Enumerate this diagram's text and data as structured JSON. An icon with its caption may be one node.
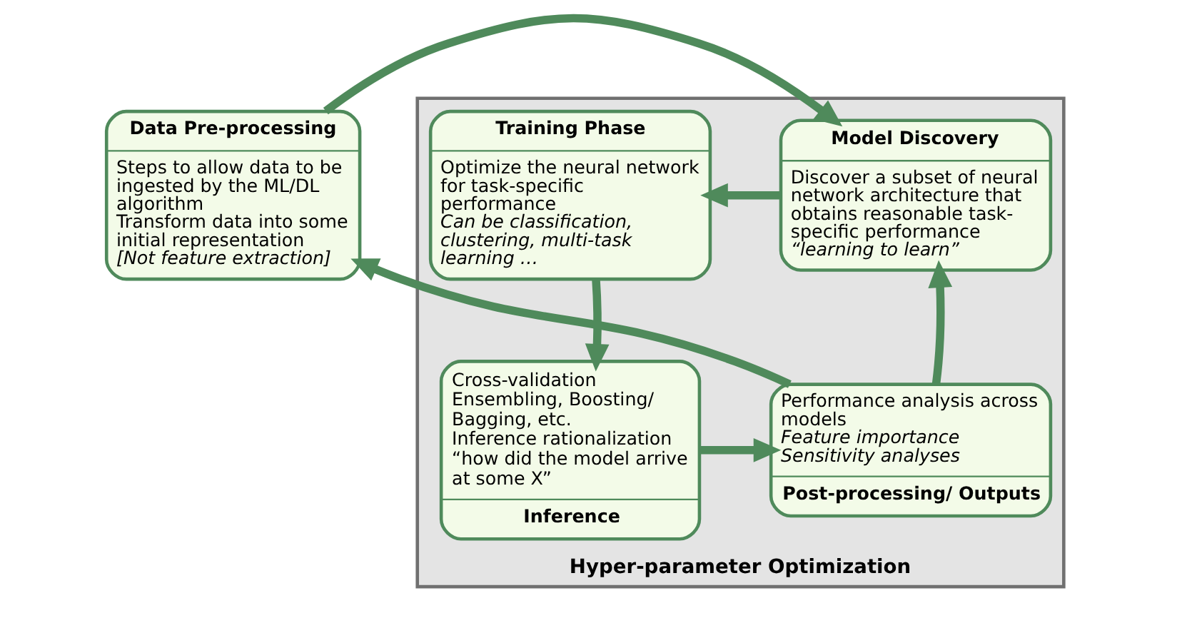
{
  "diagram": {
    "nodes": [
      {
        "text": [
          "Data Pre-processing",
          "Steps to allow data to be ingested by the ML/DL algorithm",
          "Transform data into some initial representation",
          "[Not feature extraction]"
        ]
      },
      {
        "text": [
          "Hyper-parameter Optimization"
        ]
      },
      {
        "text": [
          "Model Discovery",
          "Discover a subset of neural network architecture that obtains reasonable task-specific performance",
          "“learning to learn”"
        ],
        "in": 1
      },
      {
        "text": [
          "Training Phase",
          "Optimize the neural network for task-specific performance",
          "Can be classification, clustering, multi-task learning …"
        ],
        "in": 1
      },
      {
        "text": [
          "Performance analysis across models",
          "Feature importance",
          "Sensitivity analyses",
          "Post-processing/ Outputs"
        ],
        "in": 1
      },
      {
        "text": [
          "Cross-validation",
          "Ensembling, Boosting/ Bagging, etc.",
          "Inference rationalization",
          "“how did the model arrive at some X”",
          "Inference"
        ],
        "in": 1
      }
    ],
    "edges": [
      {
        "from": 0,
        "to": 2,
        "arrow": "to"
      },
      {
        "from": 2,
        "to": 3,
        "arrow": "to"
      },
      {
        "from": 3,
        "to": 5,
        "arrow": "to"
      },
      {
        "from": 5,
        "to": 4,
        "arrow": "to"
      },
      {
        "from": 4,
        "to": 2,
        "arrow": "to"
      },
      {
        "from": 4,
        "to": 0,
        "arrow": "to"
      }
    ]
  }
}
